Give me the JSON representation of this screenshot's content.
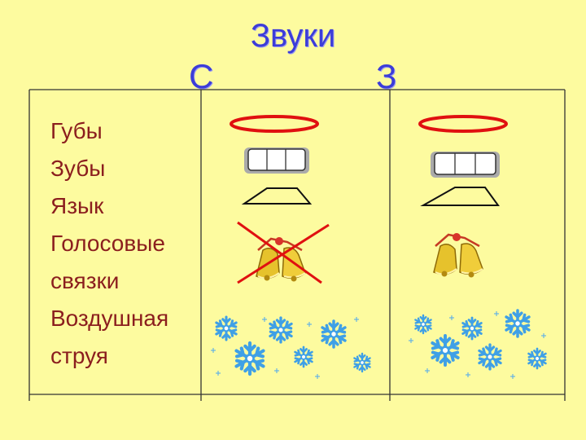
{
  "title": "Звуки",
  "columns": [
    {
      "letter": "С"
    },
    {
      "letter": "З"
    }
  ],
  "rows": [
    "Губы",
    "Зубы",
    "Язык",
    "Голосовые",
    "связки",
    "Воздушная",
    "струя"
  ],
  "colors": {
    "title": "#3c3cd8",
    "labels": "#8b1e1e",
    "lips": "#e01010",
    "cross": "#e01010",
    "bells": "#d9b41c",
    "snowflakes": "#3fa0e6"
  },
  "icons": [
    "lips-icon",
    "teeth-icon",
    "tongue-icon",
    "bell-icon",
    "snowflake-icon",
    "cross-mark-icon"
  ]
}
